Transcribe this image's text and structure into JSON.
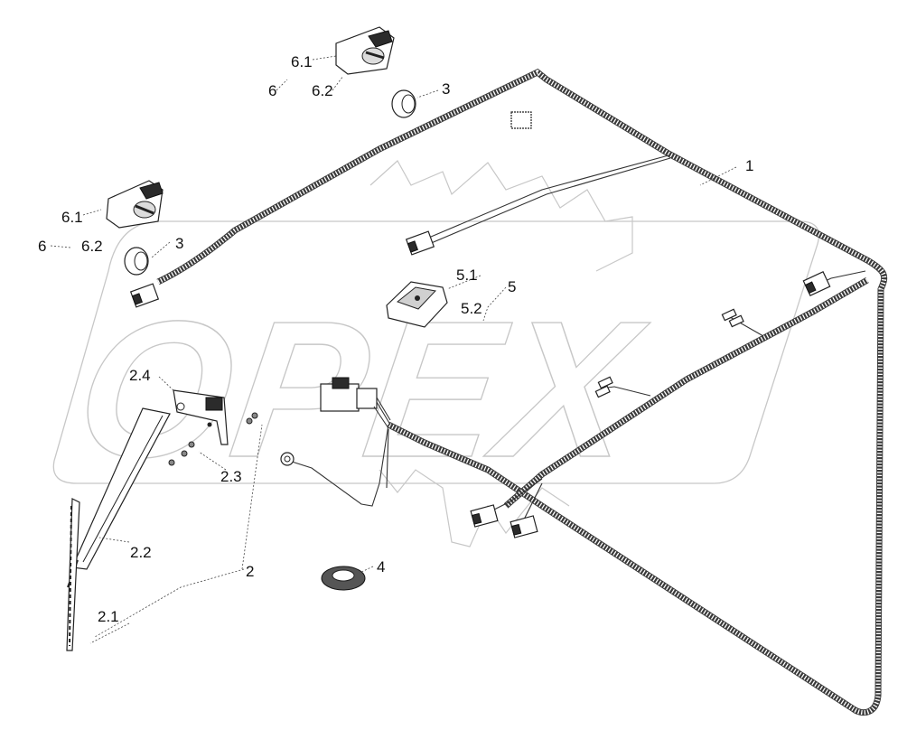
{
  "watermark": {
    "text": "OPEX",
    "color": "#c8c8c8"
  },
  "callouts": {
    "c1": "1",
    "c2": "2",
    "c2_1": "2.1",
    "c2_2": "2.2",
    "c2_3": "2.3",
    "c2_4": "2.4",
    "c3_top": "3",
    "c3_left": "3",
    "c4": "4",
    "c5": "5",
    "c5_1": "5.1",
    "c5_2": "5.2",
    "c6_top": "6",
    "c6_1_top": "6.1",
    "c6_2_top": "6.2",
    "c6_left": "6",
    "c6_1_left": "6.1",
    "c6_2_left": "6.2"
  }
}
